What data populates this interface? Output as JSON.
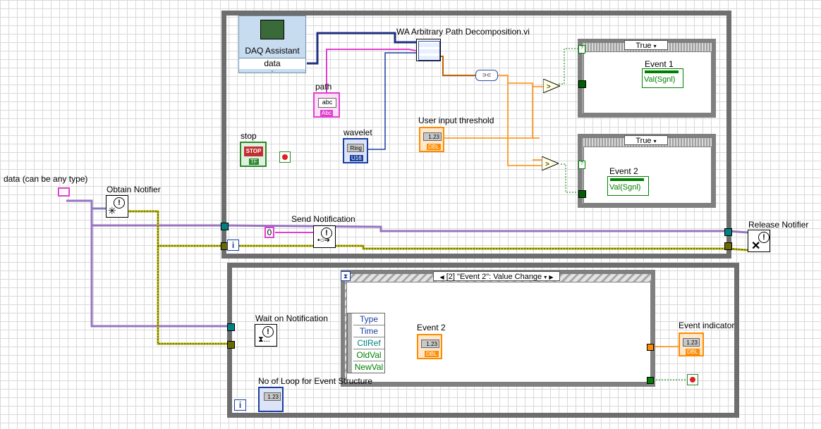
{
  "labels": {
    "data_input": "data (can be any type)",
    "obtain_notifier": "Obtain Notifier",
    "send_notification": "Send Notification",
    "release_notifier": "Release Notifier",
    "wait_on_notification": "Wait on Notification",
    "wa_vi": "WA Arbitrary Path Decomposition.vi",
    "daq_assistant": "DAQ Assistant",
    "daq_data": "data",
    "path": "path",
    "wavelet": "wavelet",
    "stop": "stop",
    "user_input_threshold": "User input threshold",
    "event1": "Event 1",
    "event2_top": "Event 2",
    "event2_inner": "Event 2",
    "event_indicator": "Event indicator",
    "no_of_loop": "No of Loop for Event Structure"
  },
  "case_structures": {
    "case1_selector": "True",
    "case2_selector": "True"
  },
  "event_structure": {
    "selector": "[2] \"Event 2\": Value Change",
    "node_items": [
      "Type",
      "Time",
      "CtlRef",
      "OldVal",
      "NewVal"
    ]
  },
  "terminals": {
    "dbl_value": "1.23",
    "dbl_tag": "DBL",
    "ring_label": "Ring",
    "ring_tag": "U16",
    "stop_button": "STOP",
    "tf_tag": "TF",
    "path_abc": "abc",
    "path_tag": "Abc",
    "iter_i": "i",
    "zero_const": "0",
    "val_sgnl": "Val(Sgnl)",
    "event_value_1": "1.23",
    "event_value_2": "1.23"
  },
  "colors": {
    "wire_orange": "#ff8c00",
    "wire_pink": "#e040d0",
    "wire_blue": "#2040a0",
    "wire_green": "#008000",
    "wire_yellow": "#c8c800",
    "wire_refnum": "#8060c0",
    "loop_border": "#6e6e6e"
  }
}
